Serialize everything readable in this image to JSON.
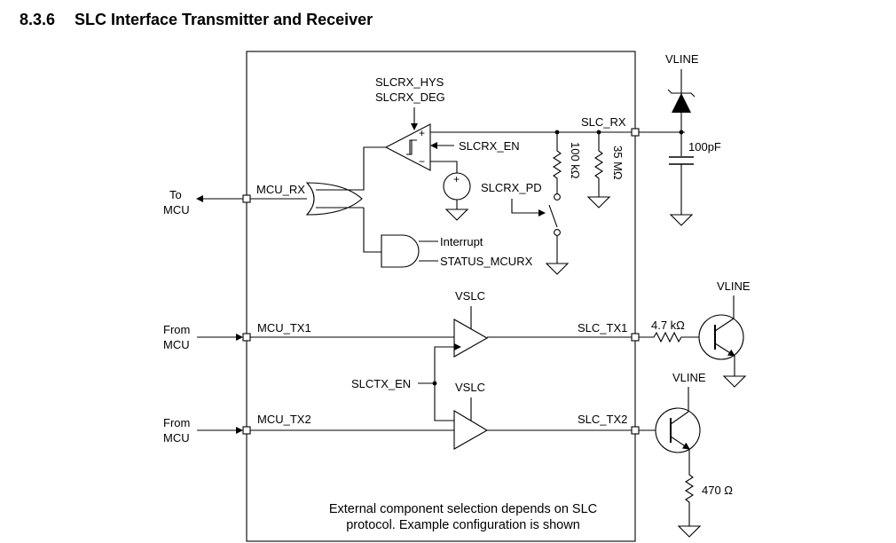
{
  "section": {
    "number": "8.3.6",
    "title": "SLC Interface Transmitter and Receiver"
  },
  "labels": {
    "vline_top": "VLINE",
    "slcrx_hys": "SLCRX_HYS",
    "slcrx_deg": "SLCRX_DEG",
    "slc_rx": "SLC_RX",
    "slcrx_en": "SLCRX_EN",
    "r100k": "100 kΩ",
    "r35m": "35 MΩ",
    "cap": "100pF",
    "to": "To",
    "mcu_a": "MCU",
    "mcu_rx": "MCU_RX",
    "slcrx_pd": "SLCRX_PD",
    "interrupt": "Interrupt",
    "status_mcurx": "STATUS_MCURX",
    "vslc1": "VSLC",
    "vline_mid": "VLINE",
    "from1": "From",
    "mcu_b": "MCU",
    "mcu_tx1": "MCU_TX1",
    "slc_tx1": "SLC_TX1",
    "r4k7": "4.7 kΩ",
    "slctx_en": "SLCTX_EN",
    "vslc2": "VSLC",
    "vline_bot": "VLINE",
    "from2": "From",
    "mcu_c": "MCU",
    "mcu_tx2": "MCU_TX2",
    "slc_tx2": "SLC_TX2",
    "r470": "470 Ω",
    "plus": "+",
    "minus": "−"
  },
  "note": {
    "line1": "External component selection depends on SLC",
    "line2": "protocol. Example configuration is shown"
  }
}
